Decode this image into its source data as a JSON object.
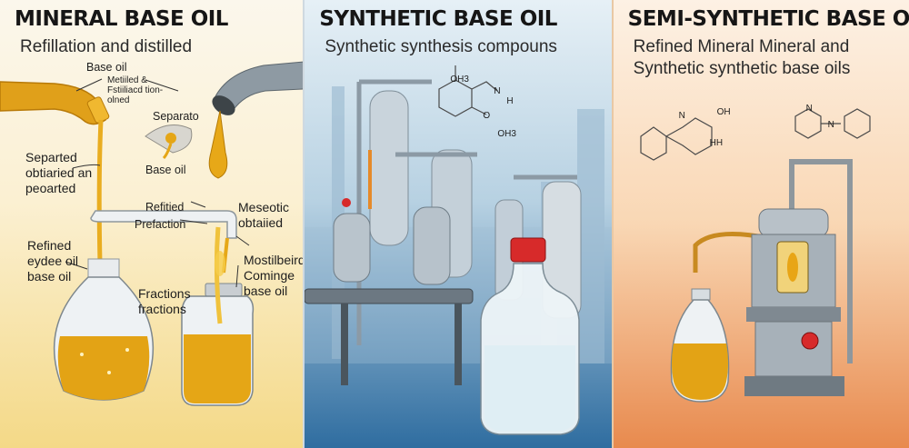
{
  "panels": [
    {
      "title": "MINERAL BASE OIL",
      "subtitle": "Refillation and distilled",
      "labels": {
        "base_oil_top": "Base oil",
        "metitled": "Metiiled &\nFstiiliacd tion-\nolned",
        "separato": "Separato",
        "separated": "Separted\nobtiaried an\npeoarted",
        "base_oil_mid": "Base oil",
        "refitied": "Refitied",
        "mesecotic": "Meseotic\nobtaiied",
        "prefaction": "Prefaction",
        "refined_eydee": "Refined\neydee oil\nbase oil",
        "mostilbeird": "Mostilbeird\nCominge\nbase oil",
        "fractions": "Fractions\nfractions"
      }
    },
    {
      "title": "SYNTHETIC BASE OIL",
      "subtitle": "Synthetic synthesis compouns",
      "labels": {
        "oh3_a": "OH3",
        "oh3_b": "OH3",
        "n_label": "N",
        "o_label": "O",
        "h_label": "H"
      }
    },
    {
      "title": "SEMI-SYNTHETIC BASE OIL",
      "subtitle": "Refined Mineral Mineral and Synthetic synthetic base oils",
      "labels": {
        "n_a": "N",
        "oh": "OH",
        "hh": "HH",
        "n_b": "N",
        "n_c": "N"
      }
    }
  ],
  "colors": {
    "oil": "#e2a414",
    "oil_light": "#f5cc4a",
    "steel": "#a9b6c0",
    "red_cap": "#d72a2a",
    "copper": "#e58a2a"
  }
}
